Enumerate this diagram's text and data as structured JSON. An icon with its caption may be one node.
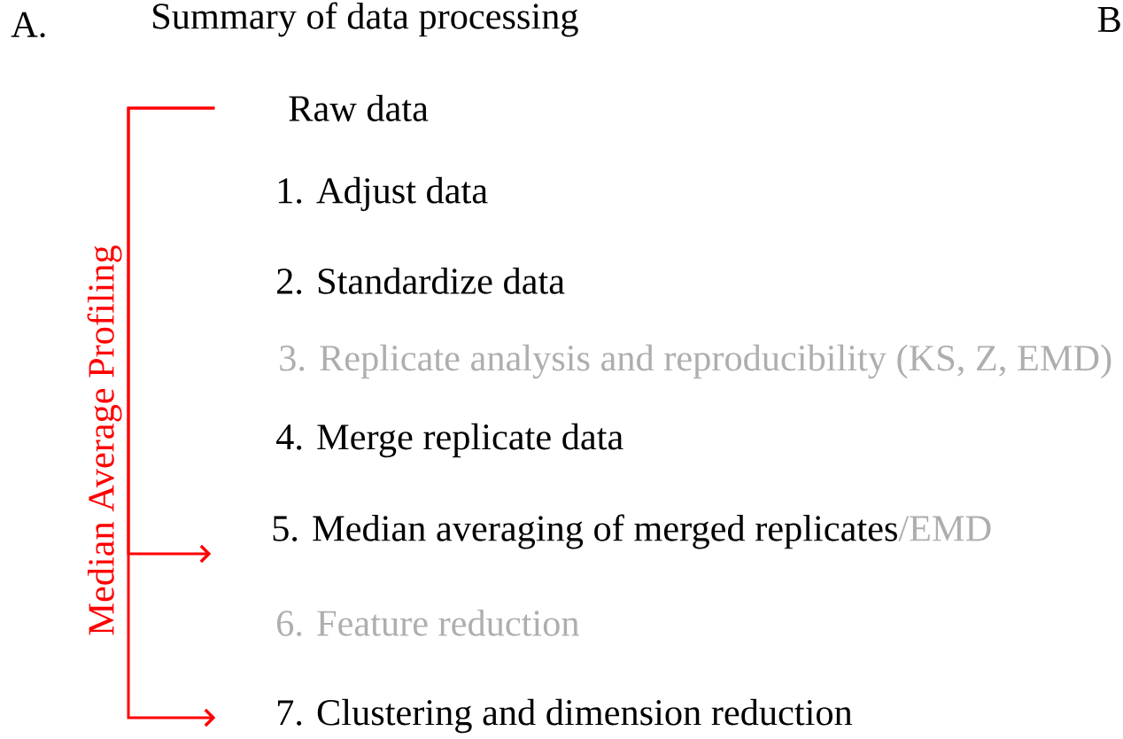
{
  "diagram": {
    "title": "Summary of data processing",
    "nodes": [
      {
        "text": [
          "Raw data"
        ]
      },
      {
        "text": [
          "1. Adjust data"
        ]
      },
      {
        "text": [
          "2. Standardize data"
        ]
      },
      {
        "text": [
          "3. Replicate analysis and reproducibility (KS, Z, EMD)"
        ]
      },
      {
        "text": [
          "4. Merge replicate data"
        ]
      },
      {
        "text": [
          "5. Median averaging of merged replicates",
          "/EMD"
        ]
      },
      {
        "text": [
          "6. Feature reduction"
        ]
      },
      {
        "text": [
          "7. Clustering and dimension reduction"
        ]
      }
    ],
    "edges": [
      {
        "from": 0,
        "to": 5,
        "arrow": "to"
      },
      {
        "from": 0,
        "to": 7,
        "arrow": "to"
      }
    ],
    "labels": [
      "A.",
      "B",
      "Median Average Profiling"
    ]
  }
}
